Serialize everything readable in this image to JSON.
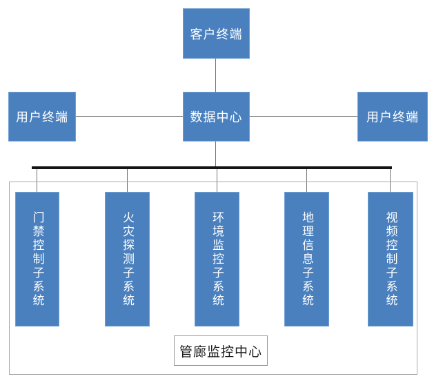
{
  "colors": {
    "box_fill": "#4a80be",
    "box_edge": "#6fa0d2",
    "box_text": "#ffffff",
    "line_color": "#707070",
    "bus_color": "#141414",
    "container_border": "#a8a8a8",
    "label_border": "#9a9a9a",
    "label_text": "#1c1c1c",
    "bg": "#ffffff"
  },
  "nodes": {
    "client_terminal": {
      "label": "客户终端"
    },
    "user_terminal_left": {
      "label": "用户终端"
    },
    "data_center": {
      "label": "数据中心"
    },
    "user_terminal_right": {
      "label": "用户终端"
    },
    "monitoring_center": {
      "label": "管廊监控中心"
    },
    "subsystems": [
      {
        "label": "门禁控制子系统"
      },
      {
        "label": "火灾探测子系统"
      },
      {
        "label": "环境监控子系统"
      },
      {
        "label": "地理信息子系统"
      },
      {
        "label": "视频控制子系统"
      }
    ]
  }
}
